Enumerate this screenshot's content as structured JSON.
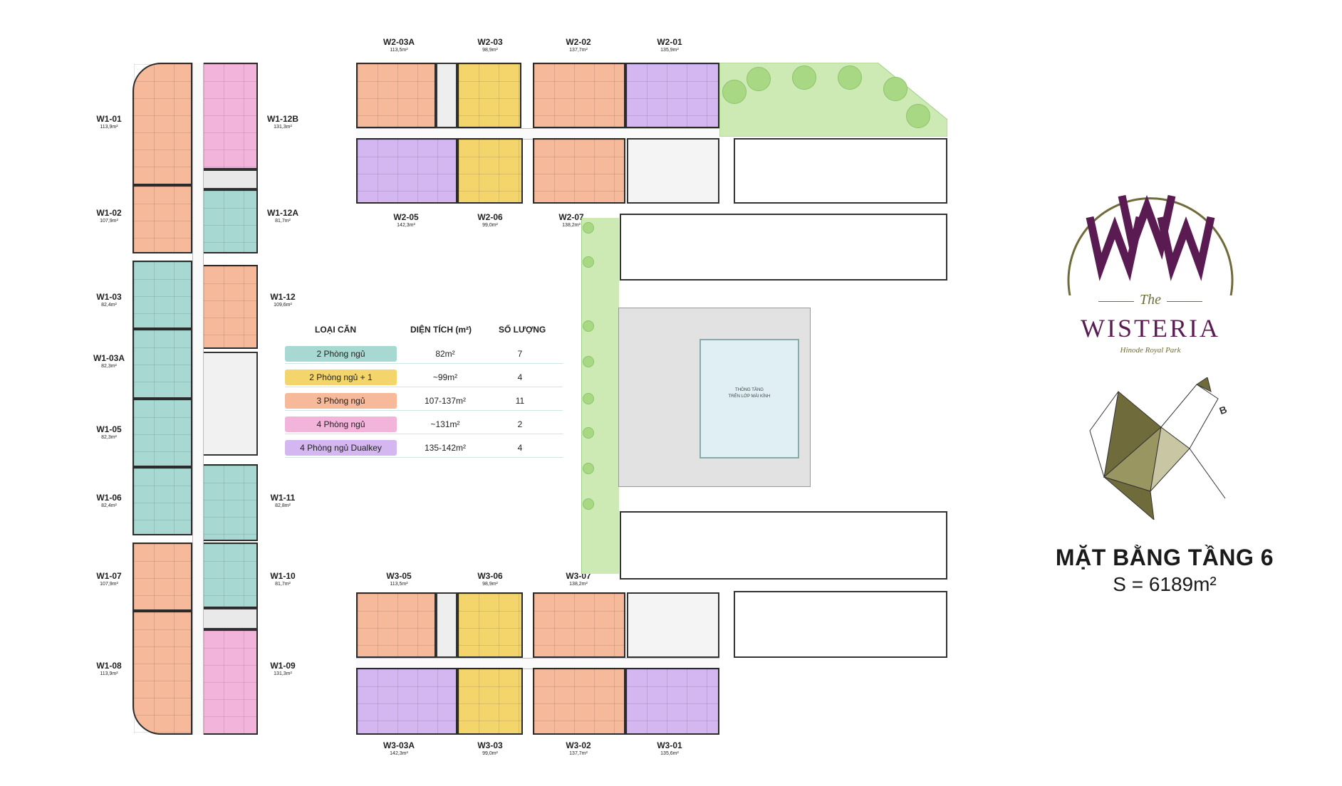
{
  "colors": {
    "two_bed": "#a8d8d2",
    "two_bed_plus": "#f3d56c",
    "three_bed": "#f6b99a",
    "four_bed": "#f3b4dc",
    "four_bed_dualkey": "#d4b6f0",
    "green": "#cdeab4",
    "logo_purple": "#5a1a52",
    "logo_olive": "#6f6b3a"
  },
  "tower_w1": {
    "units_left": [
      {
        "code": "W1-01",
        "area": "113,9m²"
      },
      {
        "code": "W1-02",
        "area": "107,9m²"
      },
      {
        "code": "W1-03",
        "area": "82,4m²"
      },
      {
        "code": "W1-03A",
        "area": "82,3m²"
      },
      {
        "code": "W1-05",
        "area": "82,3m²"
      },
      {
        "code": "W1-06",
        "area": "82,4m²"
      },
      {
        "code": "W1-07",
        "area": "107,9m²"
      },
      {
        "code": "W1-08",
        "area": "113,9m²"
      }
    ],
    "units_right": [
      {
        "code": "W1-12B",
        "area": "131,3m²"
      },
      {
        "code": "W1-12A",
        "area": "81,7m²"
      },
      {
        "code": "W1-12",
        "area": "109,6m²"
      },
      {
        "code": "W1-11",
        "area": "82,8m²"
      },
      {
        "code": "W1-10",
        "area": "81,7m²"
      },
      {
        "code": "W1-09",
        "area": "131,3m²"
      }
    ]
  },
  "tower_w2": {
    "top": [
      {
        "code": "W2-03A",
        "area": "113,5m²"
      },
      {
        "code": "W2-03",
        "area": "98,9m²"
      },
      {
        "code": "W2-02",
        "area": "137,7m²"
      },
      {
        "code": "W2-01",
        "area": "135,9m²"
      }
    ],
    "bottom": [
      {
        "code": "W2-05",
        "area": "142,3m²"
      },
      {
        "code": "W2-06",
        "area": "99,0m²"
      },
      {
        "code": "W2-07",
        "area": "138,2m²"
      }
    ]
  },
  "tower_w3": {
    "top": [
      {
        "code": "W3-05",
        "area": "113,5m²"
      },
      {
        "code": "W3-06",
        "area": "98,9m²"
      },
      {
        "code": "W3-07",
        "area": "138,2m²"
      }
    ],
    "bottom": [
      {
        "code": "W3-03A",
        "area": "142,3m²"
      },
      {
        "code": "W3-03",
        "area": "99,0m²"
      },
      {
        "code": "W3-02",
        "area": "137,7m²"
      },
      {
        "code": "W3-01",
        "area": "135,6m²"
      }
    ]
  },
  "legend": {
    "headers": {
      "type": "LOẠI CĂN",
      "area": "DIỆN TÍCH (m²)",
      "count": "SỐ LƯỢNG"
    },
    "rows": [
      {
        "type": "2 Phòng ngủ",
        "area": "82m²",
        "count": "7"
      },
      {
        "type": "2 Phòng ngủ + 1",
        "area": "~99m²",
        "count": "4"
      },
      {
        "type": "3 Phòng ngủ",
        "area": "107-137m²",
        "count": "11"
      },
      {
        "type": "4 Phòng ngủ",
        "area": "~131m²",
        "count": "2"
      },
      {
        "type": "4 Phòng ngủ Dualkey",
        "area": "135-142m²",
        "count": "4"
      }
    ]
  },
  "pool_label": {
    "line1": "THÔNG TẦNG",
    "line2": "TRÊN LỚP MÁI KÍNH"
  },
  "logo": {
    "the": "The",
    "name": "WISTERIA",
    "tagline": "Hinode Royal Park",
    "mark": "B"
  },
  "title": {
    "main": "MẶT BẰNG TẦNG 6",
    "sub": "S = 6189m²"
  }
}
